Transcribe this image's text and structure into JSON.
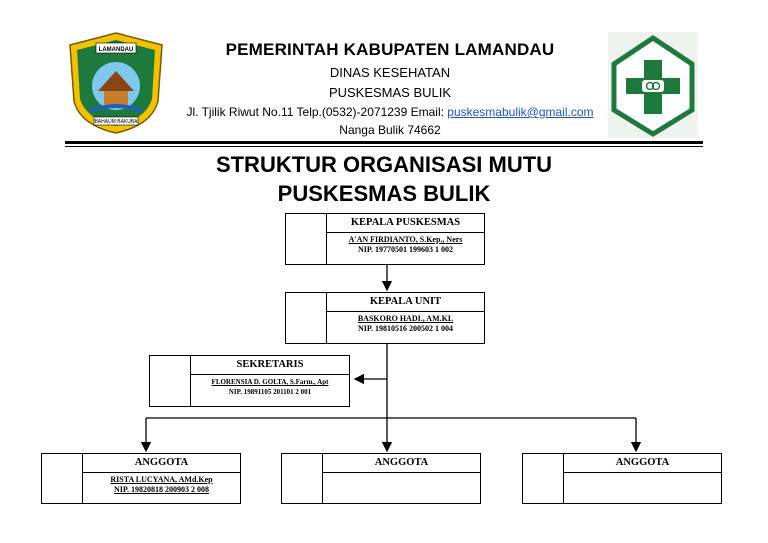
{
  "letterhead": {
    "line1": "PEMERINTAH KABUPATEN LAMANDAU",
    "line2": "DINAS KESEHATAN",
    "line3": "PUSKESMAS BULIK",
    "address_prefix": "Jl. Tjilik Riwut No.11 Telp.(0532)-2071239 Email: ",
    "email": "puskesmabulik@gmail.com",
    "address_line2": "Nanga Bulik 74662",
    "left_logo_text_top": "LAMANDAU",
    "left_logo_text_bottom": "BAHAUM BAKUBA",
    "colors": {
      "green": "#1e7a3c",
      "yellow": "#f2c200",
      "blue": "#1e5fbf"
    }
  },
  "title": {
    "line1": "STRUKTUR ORGANISASI MUTU",
    "line2": "PUSKESMAS BULIK"
  },
  "boxes": {
    "kepala_puskesmas": {
      "role": "KEPALA PUSKESMAS",
      "name": "A'AN FIRDIANTO, S.Kep., Ners",
      "nip": "NIP. 19770501 199603 1 002"
    },
    "kepala_unit": {
      "role": "KEPALA UNIT",
      "name": "BASKORO HADI., AM.KL",
      "nip": "NIP. 19810516 200502 1 004"
    },
    "sekretaris": {
      "role": "SEKRETARIS",
      "name": "FLORENSIA D. GOLTA, S.Farm., Apt",
      "nip": "NIP. 19891105 201101 2 001"
    },
    "anggota1": {
      "role": "ANGGOTA",
      "name": "RISTA LUCYANA, AMd.Kep",
      "nip": "NIP. 19820818 200903 2 008"
    },
    "anggota2": {
      "role": "ANGGOTA"
    },
    "anggota3": {
      "role": "ANGGOTA"
    }
  }
}
